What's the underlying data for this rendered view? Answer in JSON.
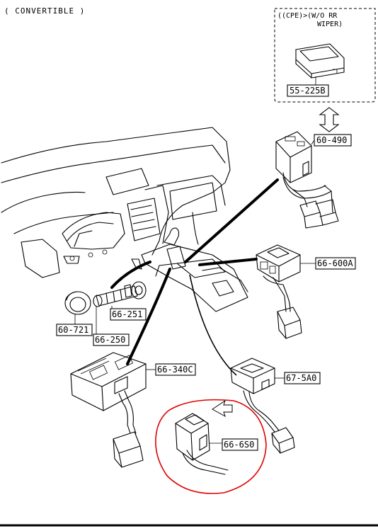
{
  "title": "( CONVERTIBLE )",
  "callout_note": [
    "((CPE)>(W/O RR",
    "WIPER)"
  ],
  "parts": {
    "p55_225B": "55-225B",
    "p60_490": "60-490",
    "p66_600A": "66-600A",
    "p60_721": "60-721",
    "p66_251": "66-251",
    "p66_250": "66-250",
    "p66_340C": "66-340C",
    "p67_5A0": "67-5A0",
    "p66_6S0": "66-6S0"
  },
  "highlight_color": "#e00000"
}
